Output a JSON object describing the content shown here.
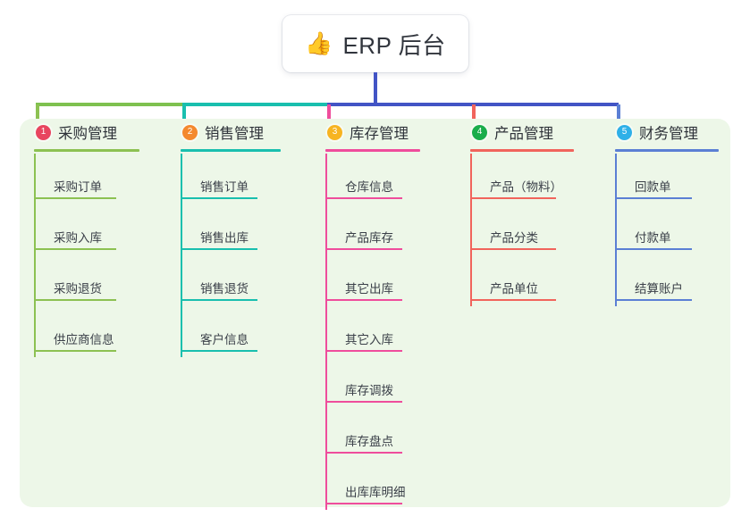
{
  "root": {
    "icon": "thumbs-up-icon",
    "icon_glyph": "👍",
    "title": "ERP 后台"
  },
  "palette": {
    "panel_bg": "#edf7e8",
    "page_bg": "#ffffff",
    "trunk": "#4254c5",
    "bus_green": "#7ec14f",
    "bus_teal": "#19bfae",
    "bus_blue": "#4254c5",
    "column_green": "#8cc152",
    "column_teal": "#19bfae",
    "column_pink": "#ef4d9c",
    "column_red": "#f1645c",
    "column_blue": "#5b7fd4",
    "badge_1": "#e8455f",
    "badge_2": "#f4892f",
    "badge_3": "#f7b422",
    "badge_4": "#1aad4b",
    "badge_5": "#2fb0e8"
  },
  "columns": [
    {
      "number": "1",
      "label": "采购管理",
      "badge_color": "#e8455f",
      "line_color": "#8cc152",
      "items": [
        {
          "label": "采购订单"
        },
        {
          "label": "采购入库"
        },
        {
          "label": "采购退货"
        },
        {
          "label": "供应商信息"
        }
      ]
    },
    {
      "number": "2",
      "label": "销售管理",
      "badge_color": "#f4892f",
      "line_color": "#19bfae",
      "items": [
        {
          "label": "销售订单"
        },
        {
          "label": "销售出库"
        },
        {
          "label": "销售退货"
        },
        {
          "label": "客户信息"
        }
      ]
    },
    {
      "number": "3",
      "label": "库存管理",
      "badge_color": "#f7b422",
      "line_color": "#ef4d9c",
      "items": [
        {
          "label": "仓库信息"
        },
        {
          "label": "产品库存"
        },
        {
          "label": "其它出库"
        },
        {
          "label": "其它入库"
        },
        {
          "label": "库存调拨"
        },
        {
          "label": "库存盘点"
        },
        {
          "label": "出库库明细"
        }
      ]
    },
    {
      "number": "4",
      "label": "产品管理",
      "badge_color": "#1aad4b",
      "line_color": "#f1645c",
      "items": [
        {
          "label": "产品（物料）"
        },
        {
          "label": "产品分类"
        },
        {
          "label": "产品单位"
        }
      ]
    },
    {
      "number": "5",
      "label": "财务管理",
      "badge_color": "#2fb0e8",
      "line_color": "#5b7fd4",
      "items": [
        {
          "label": "回款单"
        },
        {
          "label": "付款单"
        },
        {
          "label": "结算账户"
        }
      ]
    }
  ]
}
